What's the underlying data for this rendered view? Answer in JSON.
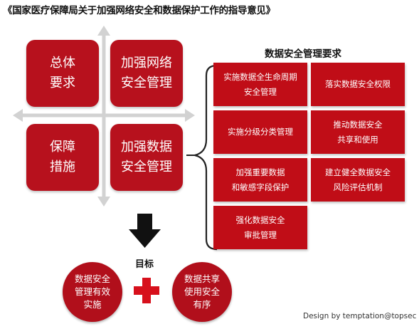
{
  "title": "《国家医疗保障局关于加强网络安全和数据保护工作的指导意见》",
  "quadrants": [
    {
      "label": "总体\n要求"
    },
    {
      "label": "加强网络\n安全管理"
    },
    {
      "label": "保障\n措施"
    },
    {
      "label": "加强数据\n安全管理"
    }
  ],
  "requirements": {
    "heading": "数据安全管理要求",
    "items": [
      {
        "label": "实施数据全生命周期\n安全管理"
      },
      {
        "label": "落实数据安全权限"
      },
      {
        "label": "实施分级分类管理"
      },
      {
        "label": "推动数据安全\n共享和使用"
      },
      {
        "label": "加强重要数据\n和敏感字段保护"
      },
      {
        "label": "建立健全数据安全\n风险评估机制"
      },
      {
        "label": "强化数据安全\n审批管理"
      }
    ]
  },
  "goal": {
    "label": "目标",
    "items": [
      {
        "label": "数据安全\n管理有效\n实施"
      },
      {
        "label": "数据共享\n使用安全\n有序"
      }
    ]
  },
  "credit": "Design by temptation@topsec",
  "colors": {
    "primary_red": "#b7111d",
    "box_red": "#c00d17",
    "plus_red": "#d7101c",
    "axis_gray": "#d2d2d2",
    "arrow_black": "#111111"
  },
  "icons": [
    "down-arrow-icon",
    "plus-icon",
    "brace-icon"
  ]
}
